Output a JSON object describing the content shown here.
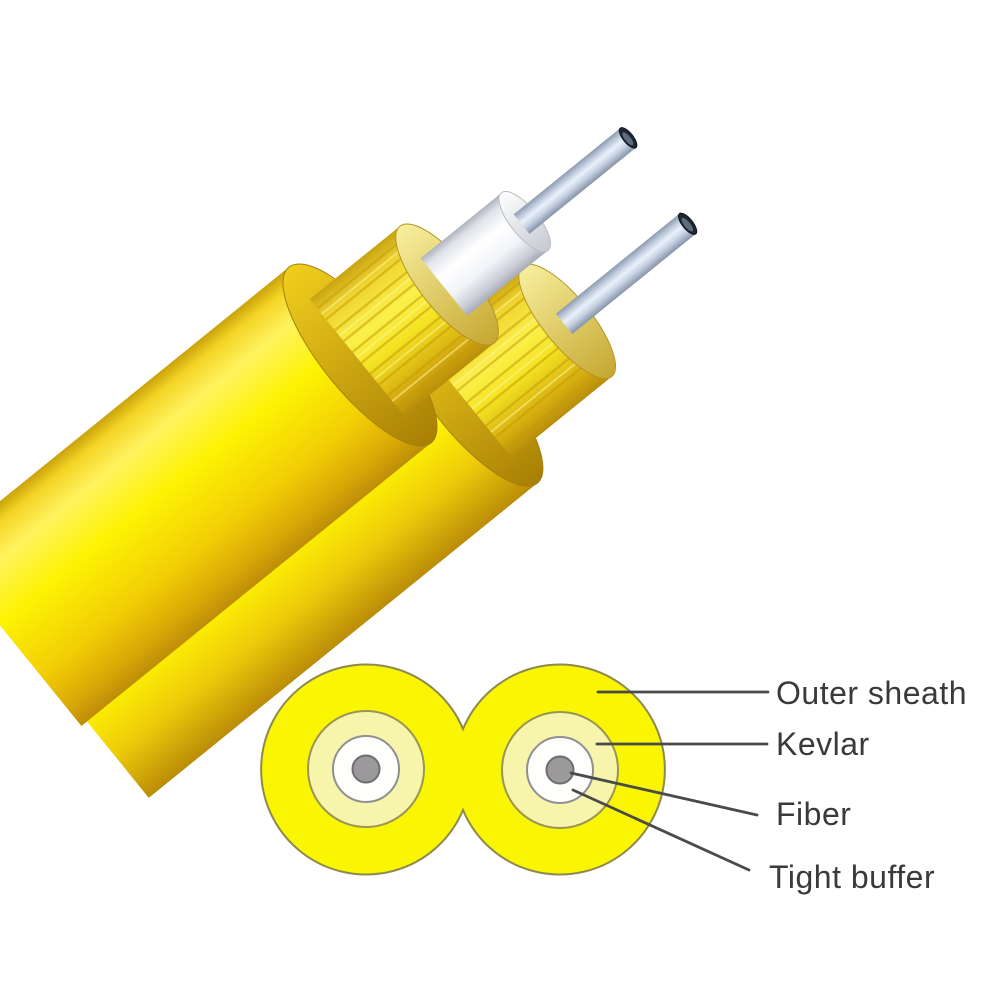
{
  "diagram": {
    "labels": [
      {
        "id": "outer-sheath",
        "text": "Outer sheath"
      },
      {
        "id": "kevlar",
        "text": "Kevlar"
      },
      {
        "id": "fiber",
        "text": "Fiber"
      },
      {
        "id": "tight-buffer",
        "text": "Tight buffer"
      }
    ],
    "colors": {
      "outer_sheath_yellow": "#FAF500",
      "kevlar_pale_yellow": "#F7F5AB",
      "tight_buffer_white": "#FEFEFC",
      "fiber_gray": "#9C999C",
      "jacket_bright_yellow": "#FDF200",
      "fiber_coating": "#EAF1FB",
      "leader_line": "#4A4A4A",
      "label_text": "#3A3A3A"
    }
  }
}
